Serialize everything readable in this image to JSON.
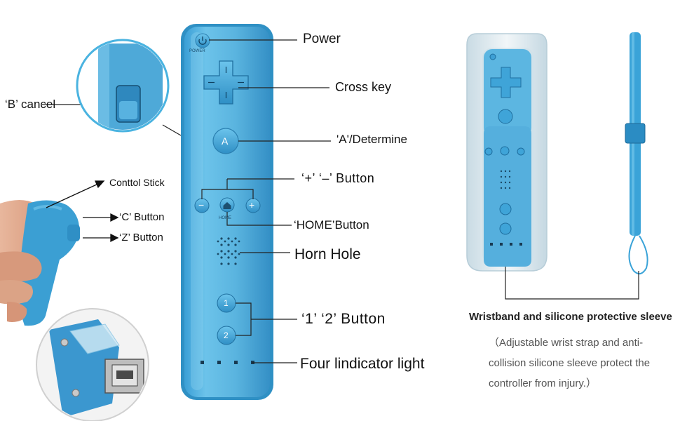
{
  "labels": {
    "power": "Power",
    "cross_key": "Cross key",
    "a_button": "'A'/Determine",
    "plus_minus": "‘+’ ‘–’ Button",
    "home": "‘HOME’Button",
    "horn": "Horn Hole",
    "one_two": "‘1’ ‘2’ Button",
    "four_light": "Four lindicator light",
    "b_cancel": "‘B’ cancel",
    "stick": "Conttol Stick",
    "c_button": "‘C’ Button",
    "z_button": "‘Z’ Button"
  },
  "remote_marks": {
    "power": "POWER",
    "a": "A",
    "minus": "−",
    "plus": "+",
    "home": "HOME",
    "one": "1",
    "two": "2"
  },
  "sleeve": {
    "title": "Wristband and silicone protective sleeve",
    "desc_1": "（Adjustable wrist strap and anti-",
    "desc_2": "collision silicone sleeve protect the",
    "desc_3": "controller from injury.）"
  },
  "colors": {
    "remote_blue": "#5ab4df",
    "remote_edge": "#2f90c4",
    "button_blue": "#3a9fd3",
    "sleeve_white": "#dde9ef",
    "strap_blue": "#3aa3d8"
  }
}
